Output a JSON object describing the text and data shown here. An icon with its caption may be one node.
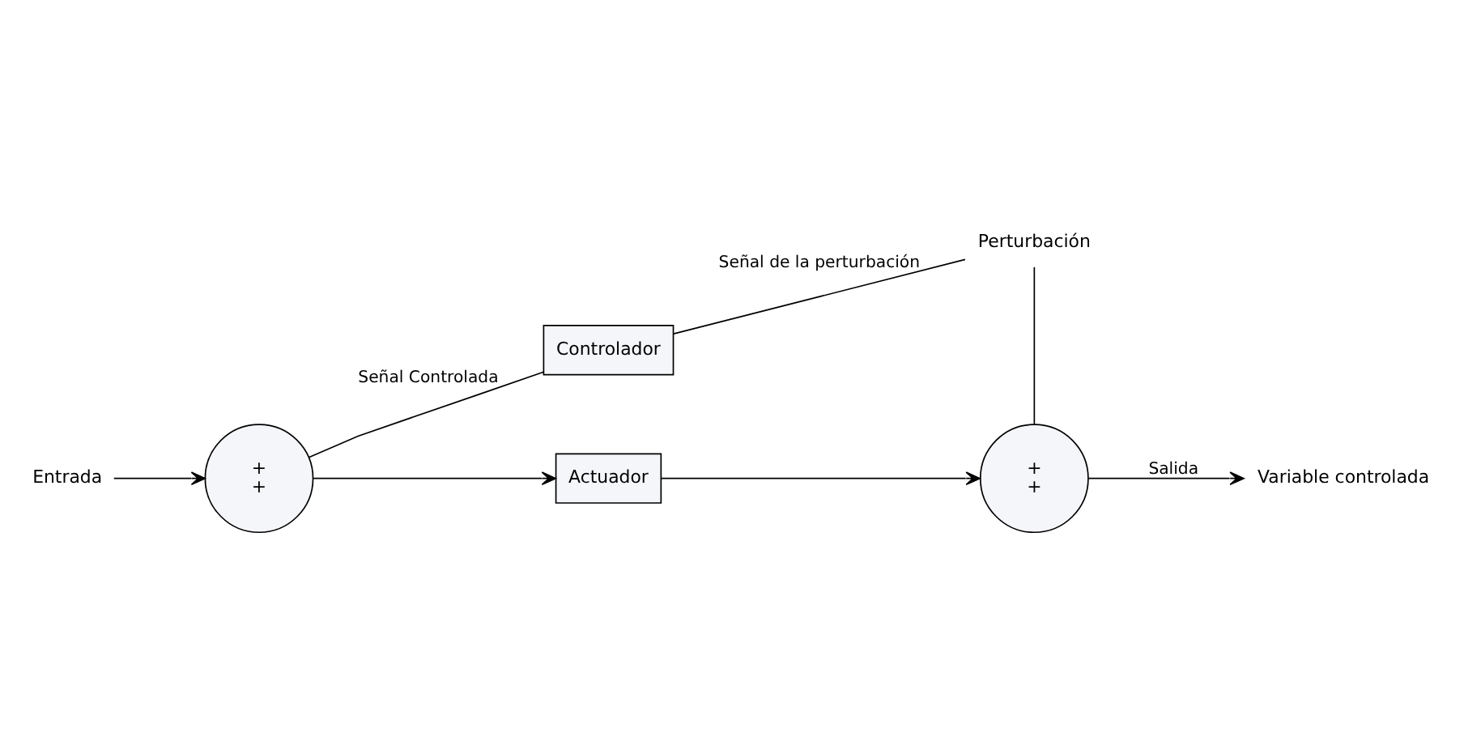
{
  "diagram": {
    "nodes": [
      {
        "text": [
          "Perturbación"
        ]
      },
      {
        "text": [
          "Controlador"
        ]
      },
      {
        "text": [
          "Entrada"
        ]
      },
      {
        "text": [
          "+",
          "+"
        ]
      },
      {
        "text": [
          "Actuador"
        ]
      },
      {
        "text": [
          "+",
          "+"
        ]
      },
      {
        "text": [
          "Variable controlada"
        ]
      }
    ],
    "edges": [
      {
        "from": 0,
        "to": 5,
        "arrow": "none"
      },
      {
        "from": 0,
        "to": 1,
        "arrow": "none",
        "label": "Señal de la perturbación"
      },
      {
        "from": 1,
        "to": 3,
        "arrow": "none",
        "label": "Señal Controlada"
      },
      {
        "from": 2,
        "to": 3,
        "arrow": "to"
      },
      {
        "from": 3,
        "to": 4,
        "arrow": "to"
      },
      {
        "from": 4,
        "to": 5,
        "arrow": "to"
      },
      {
        "from": 5,
        "to": 6,
        "arrow": "to",
        "label": "Salida"
      }
    ]
  }
}
